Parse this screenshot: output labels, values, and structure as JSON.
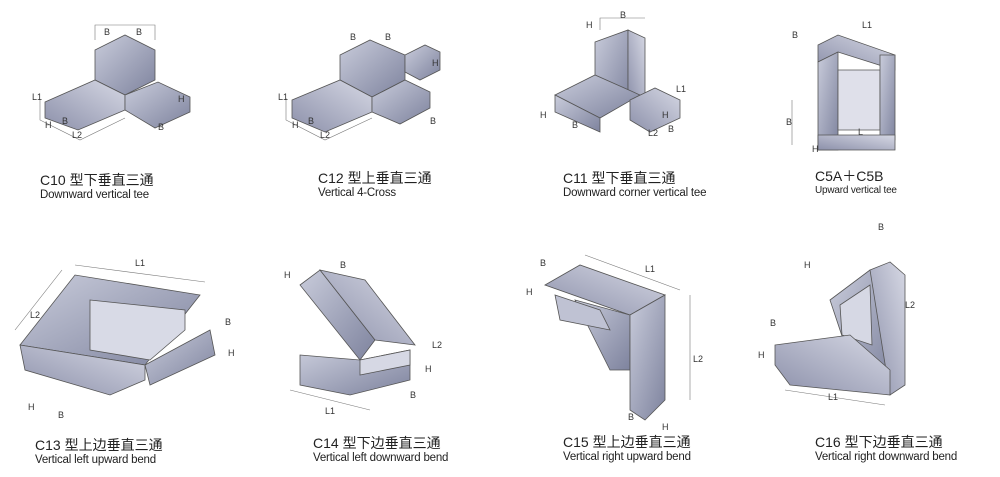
{
  "colors": {
    "tray_dark": "#7e839e",
    "tray_light": "#c9ccdb"
  },
  "items": [
    {
      "code": "C10 型下垂直三通",
      "name": "Downward vertical tee",
      "dims": [
        "B",
        "B",
        "L1",
        "H",
        "B",
        "L2",
        "H",
        "B"
      ]
    },
    {
      "code": "C12 型上垂直三通",
      "name": "Vertical 4-Cross",
      "dims": [
        "B",
        "B",
        "L1",
        "H",
        "B",
        "L2",
        "H",
        "B"
      ]
    },
    {
      "code": "C11 型下垂直三通",
      "name": "Downward corner vertical tee",
      "dims": [
        "H",
        "B",
        "L1",
        "H",
        "L2",
        "B",
        "H",
        "B"
      ]
    },
    {
      "code": "C5A＋C5B",
      "name": "Upward vertical tee",
      "dims": [
        "B",
        "L1",
        "B",
        "H",
        "L"
      ]
    },
    {
      "code": "C13 型上边垂直三通",
      "name": "Vertical left upward bend",
      "dims": [
        "L1",
        "L2",
        "B",
        "H",
        "H",
        "B"
      ]
    },
    {
      "code": "C14 型下边垂直三通",
      "name": "Vertical left downward bend",
      "dims": [
        "H",
        "B",
        "L2",
        "H",
        "L1",
        "B"
      ]
    },
    {
      "code": "C15 型上边垂直三通",
      "name": "Vertical right upward bend",
      "dims": [
        "B",
        "H",
        "L1",
        "L2",
        "B",
        "H"
      ]
    },
    {
      "code": "C16 型下边垂直三通",
      "name": "Vertical right downward bend",
      "dims": [
        "B",
        "H",
        "L2",
        "B",
        "H",
        "L1"
      ]
    }
  ]
}
